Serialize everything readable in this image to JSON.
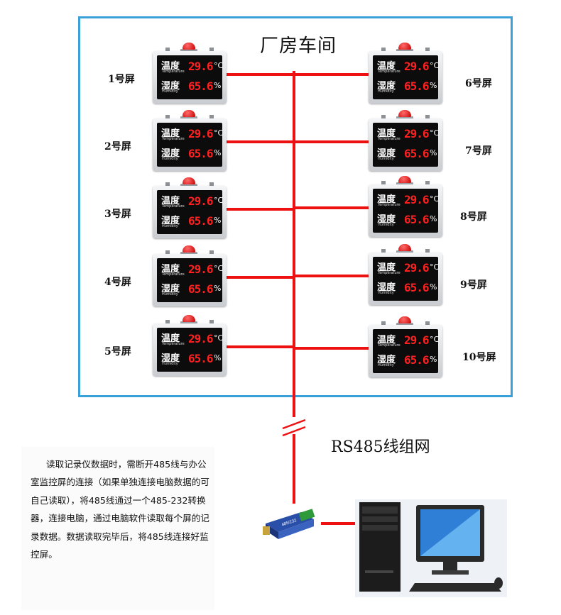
{
  "hall_title": "厂房车间",
  "network_label": "RS485线组网",
  "note_text": "读取记录仪数据时，需断开485线与办公室监控屏的连接（如果单独连接电脑数据的可自己读取），将485线通过一个485-232转换器，连接电脑，通过电脑软件读取每个屏的记录数据。数据读取完毕后，将485线连接好监控屏。",
  "display": {
    "temp_label_cn": "温度",
    "temp_label_en": "Temperature",
    "temp_value": "29.6",
    "temp_unit": "°C",
    "hum_label_cn": "湿度",
    "hum_label_en": "Humidity",
    "hum_value": "65.6",
    "hum_unit": "%"
  },
  "screens_left": [
    {
      "label": "1号屏"
    },
    {
      "label": "2号屏"
    },
    {
      "label": "3号屏"
    },
    {
      "label": "4号屏"
    },
    {
      "label": "5号屏"
    }
  ],
  "screens_right": [
    {
      "label": "6号屏"
    },
    {
      "label": "7号屏"
    },
    {
      "label": "8号屏"
    },
    {
      "label": "9号屏"
    },
    {
      "label": "10号屏"
    }
  ],
  "colors": {
    "bus_line": "#ee1111",
    "frame_border": "#3aa0d8",
    "led_red": "#ff2020"
  },
  "icons": [
    "monitoring-screen-icon",
    "alarm-lamp-icon",
    "rs485-converter-icon",
    "desktop-computer-icon",
    "line-break-icon"
  ]
}
